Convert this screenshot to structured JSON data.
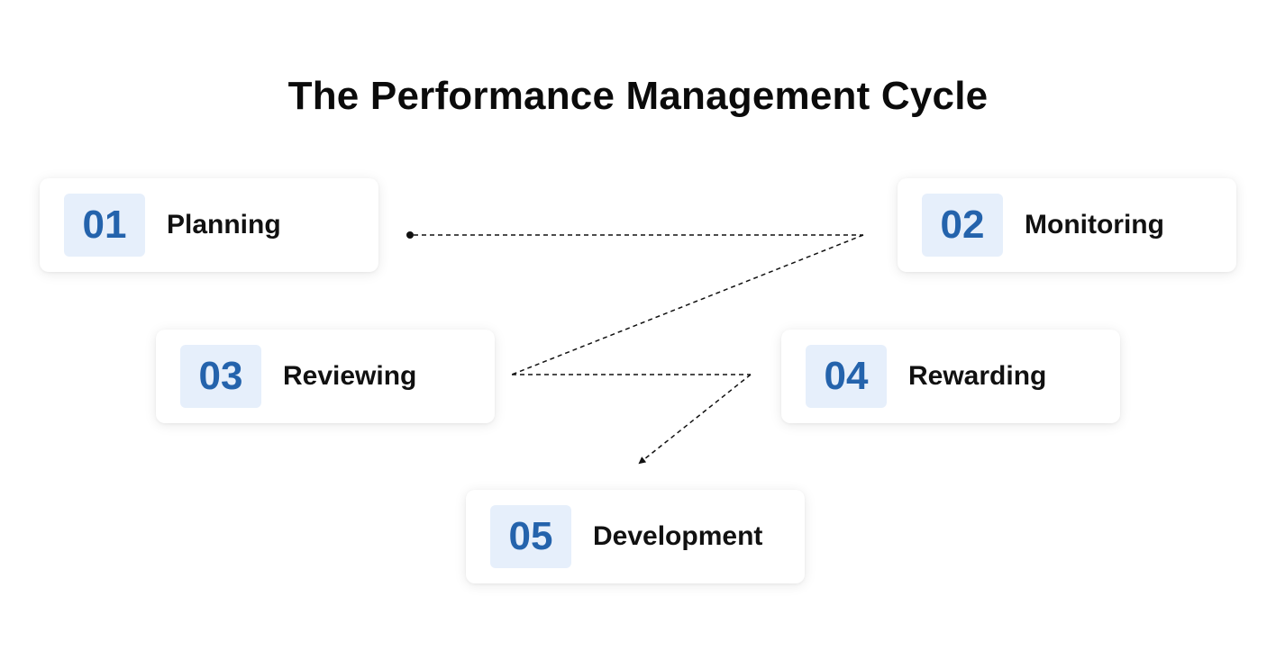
{
  "title": "The Performance Management Cycle",
  "steps": [
    {
      "number": "01",
      "label": "Planning"
    },
    {
      "number": "02",
      "label": "Monitoring"
    },
    {
      "number": "03",
      "label": "Reviewing"
    },
    {
      "number": "04",
      "label": "Rewarding"
    },
    {
      "number": "05",
      "label": "Development"
    }
  ],
  "colors": {
    "number_text": "#2463ac",
    "number_badge_bg": "#e6effb",
    "label_text": "#111111",
    "connector": "#111111"
  }
}
